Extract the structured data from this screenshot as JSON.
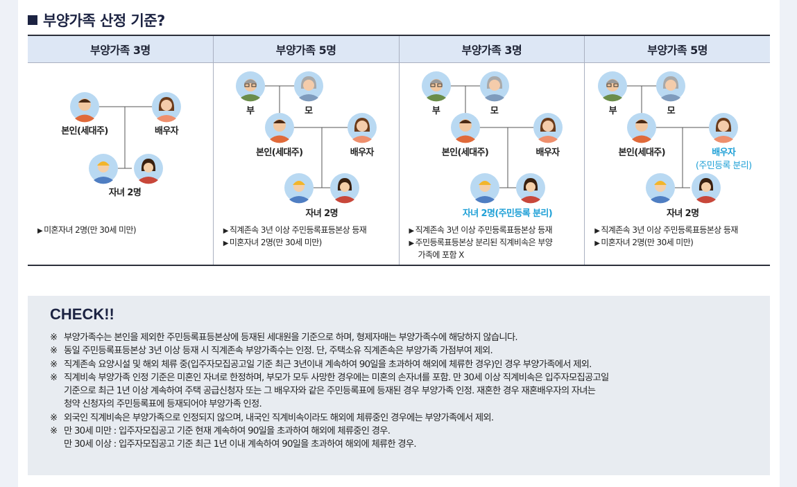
{
  "heading": "부양가족 산정 기준?",
  "columns": [
    {
      "title": "부양가족 3명",
      "labels": {
        "self": "본인(세대주)",
        "spouse": "배우자",
        "children": "자녀 2명"
      },
      "notes": [
        "미혼자녀 2명(만 30세 미만)"
      ]
    },
    {
      "title": "부양가족 5명",
      "labels": {
        "father": "부",
        "mother": "모",
        "self": "본인(세대주)",
        "spouse": "배우자",
        "children": "자녀 2명"
      },
      "notes": [
        "직계존속 3년 이상 주민등록표등본상 등재",
        "미혼자녀 2명(만 30세 미만)"
      ]
    },
    {
      "title": "부양가족 3명",
      "labels": {
        "father": "부",
        "mother": "모",
        "self": "본인(세대주)",
        "spouse": "배우자",
        "children": "자녀 2명(주민등록 분리)"
      },
      "notes": [
        "직계존속 3년 이상 주민등록표등본상 등재",
        "주민등록표등본상 분리된 직계비속은 부양",
        "가족에 포함 X"
      ]
    },
    {
      "title": "부양가족 5명",
      "labels": {
        "father": "부",
        "mother": "모",
        "self": "본인(세대주)",
        "spouse": "배우자",
        "spouse_note": "(주민등록 분리)",
        "children": "자녀 2명"
      },
      "notes": [
        "직계존속 3년 이상 주민등록표등본상 등재",
        "미혼자녀 2명(만 30세 미만)"
      ]
    }
  ],
  "note_marker": "▶",
  "check": {
    "title": "CHECK!!",
    "marker": "※",
    "items": [
      "부양가족수는 본인을 제외한 주민등록표등본상에 등재된 세대원을 기준으로 하며, 형제자매는 부양가족수에 해당하지 않습니다.",
      "동일 주민등록표등본상 3년 이상 등재 시 직계존속 부양가족수는 인정. 단, 주택소유 직계존속은 부양가족 가점부여 제외.",
      "직계존속 요양시설 및 해외 체류 중(입주자모집공고일 기준 최근 3년이내 계속하여 90일을 초과하여 해외에 체류한 경우)인 경우 부양가족에서 제외.",
      "직계비속 부양가족 인정 기준은 미혼인 자녀로 한정하며, 부모가 모두 사망한 경우에는 미혼의 손자녀를 포함. 만 30세 이상 직계비속은 입주자모집공고일",
      "기준으로 최근 1년 이상 계속하여 주택 공급신청자 또는 그 배우자와 같은 주민등록표에 등재된 경우 부양가족 인정. 재혼한 경우 재혼배우자의 자녀는",
      "청약 신청자의 주민등록표에 등재되어야 부양가족 인정.",
      "외국인 직계비속은 부양가족으로 인정되지 않으며, 내국인 직계비속이라도 해외에 체류중인 경우에는 부양가족에서 제외.",
      "만 30세 미만 : 입주자모집공고 기준 현재 계속하여 90일을 초과하여 해외에 체류중인 경우.",
      "만 30세 이상 : 입주자모집공고 기준 최근 1년 이내 계속하여 90일을 초과하여 해외에 체류한 경우."
    ]
  }
}
